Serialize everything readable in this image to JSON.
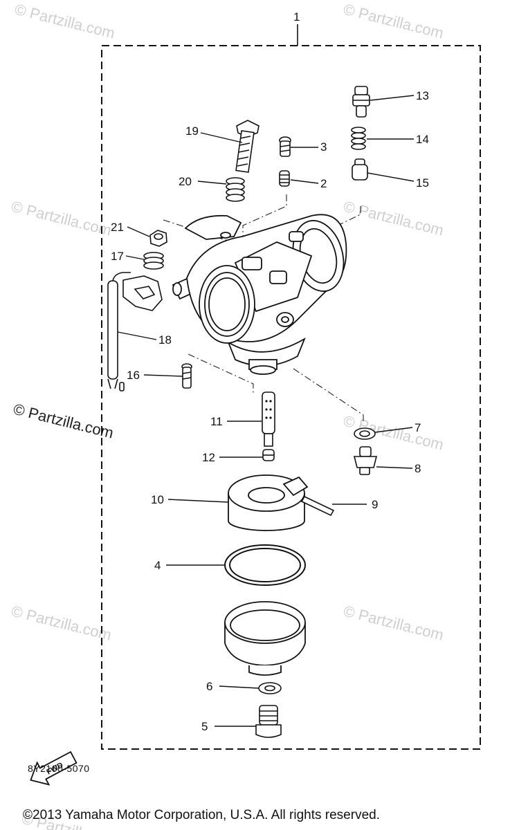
{
  "callouts": {
    "c1": "1",
    "c2": "2",
    "c3": "3",
    "c4": "4",
    "c5": "5",
    "c6": "6",
    "c7": "7",
    "c8": "8",
    "c9": "9",
    "c10": "10",
    "c11": "11",
    "c12": "12",
    "c13": "13",
    "c14": "14",
    "c15": "15",
    "c16": "16",
    "c17": "17",
    "c18": "18",
    "c19": "19",
    "c20": "20",
    "c21": "21"
  },
  "fwd_label": "FWD",
  "diagram_code": "8Y2100-5070",
  "watermark": "© Partzilla.com",
  "copyright": "©2013 Yamaha Motor Corporation, U.S.A. All rights reserved."
}
